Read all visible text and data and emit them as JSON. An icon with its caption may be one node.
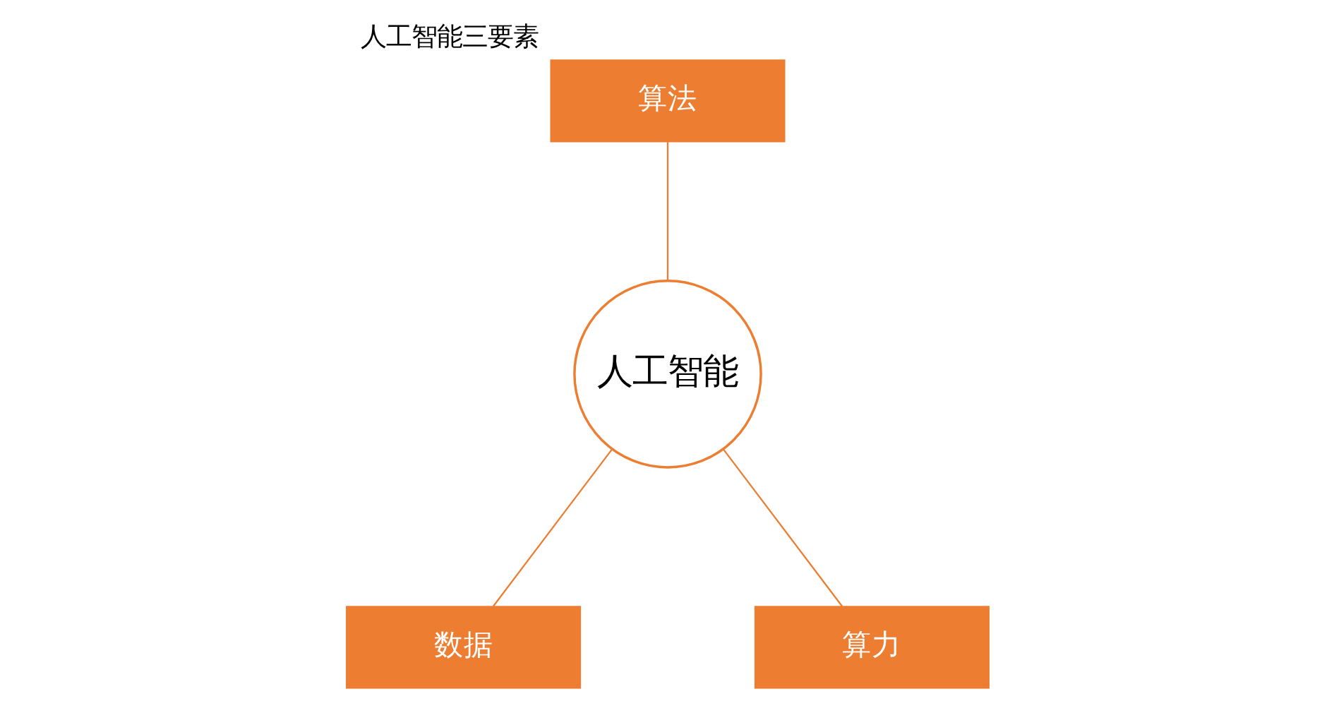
{
  "diagram": {
    "title": "人工智能三要素",
    "nodes": [
      {
        "text": [
          "算法"
        ]
      },
      {
        "text": [
          "人工智能"
        ]
      },
      {
        "text": [
          "数据"
        ]
      },
      {
        "text": [
          "算力"
        ]
      }
    ],
    "edges": [
      {
        "from": 0,
        "to": 1,
        "arrow": "none"
      },
      {
        "from": 1,
        "to": 2,
        "arrow": "none"
      },
      {
        "from": 1,
        "to": 3,
        "arrow": "none"
      }
    ]
  }
}
